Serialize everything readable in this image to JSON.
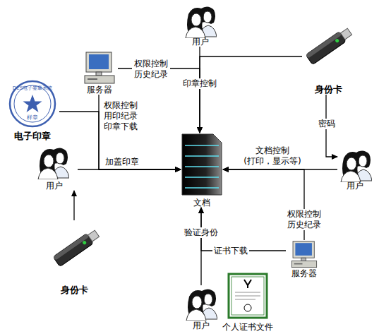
{
  "diagram": {
    "nodes": [
      {
        "text": [
          "用户"
        ]
      },
      {
        "text": [
          "服务器"
        ]
      },
      {
        "text": [
          "身份卡"
        ]
      },
      {
        "text": [
          "电子印章"
        ]
      },
      {
        "text": [
          "用户"
        ]
      },
      {
        "text": [
          "文档"
        ]
      },
      {
        "text": [
          "用户"
        ]
      },
      {
        "text": [
          "身份卡"
        ]
      },
      {
        "text": [
          "服务器"
        ]
      },
      {
        "text": [
          "用户"
        ]
      },
      {
        "text": [
          "个人证书文件"
        ]
      }
    ],
    "edges": [
      {
        "from": 0,
        "to": 5,
        "label": "印章控制",
        "arrow": "to"
      },
      {
        "from": 1,
        "to": 5,
        "label": "权限控制 历史纪录",
        "arrow": "to"
      },
      {
        "from": 2,
        "to": 5,
        "arrow": "to"
      },
      {
        "from": 1,
        "to": 5,
        "label": "权限控制 用印纪录 印章下载",
        "arrow": "to"
      },
      {
        "from": 3,
        "to": 5,
        "arrow": "to"
      },
      {
        "from": 4,
        "to": 5,
        "label": "加盖印章",
        "arrow": "to"
      },
      {
        "from": 7,
        "to": 4,
        "arrow": "to"
      },
      {
        "from": 2,
        "to": 6,
        "label": "密码",
        "arrow": "to"
      },
      {
        "from": 6,
        "to": 5,
        "label": "文档控制 (打印，显示等)",
        "arrow": "to"
      },
      {
        "from": 8,
        "to": 5,
        "label": "权限控制 历史纪录",
        "arrow": "to"
      },
      {
        "from": 8,
        "to": 5,
        "label": "证书下载",
        "arrow": "to"
      },
      {
        "from": 9,
        "to": 5,
        "label": "验证身份",
        "arrow": "to"
      }
    ],
    "labels": [
      "DES电子签章系统",
      "样章"
    ]
  }
}
